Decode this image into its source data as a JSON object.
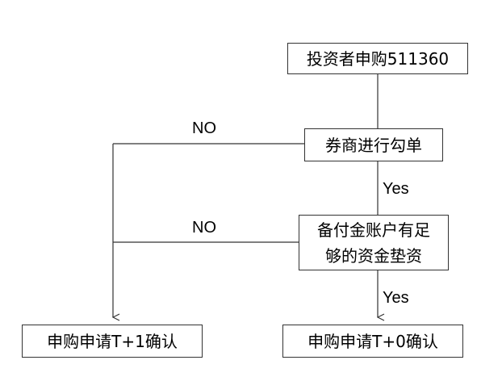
{
  "nodes": {
    "start": "投资者申购511360",
    "broker_check": "券商进行勾单",
    "fund_check": "备付金账户有足够的资金垫资",
    "t1_confirm": "申购申请T+1确认",
    "t0_confirm": "申购申请T+0确认"
  },
  "edges": {
    "no_broker": "NO",
    "yes_broker": "Yes",
    "no_fund": "NO",
    "yes_fund": "Yes"
  },
  "colors": {
    "line": "#333333",
    "box_border": "#333333",
    "text": "#000000"
  }
}
